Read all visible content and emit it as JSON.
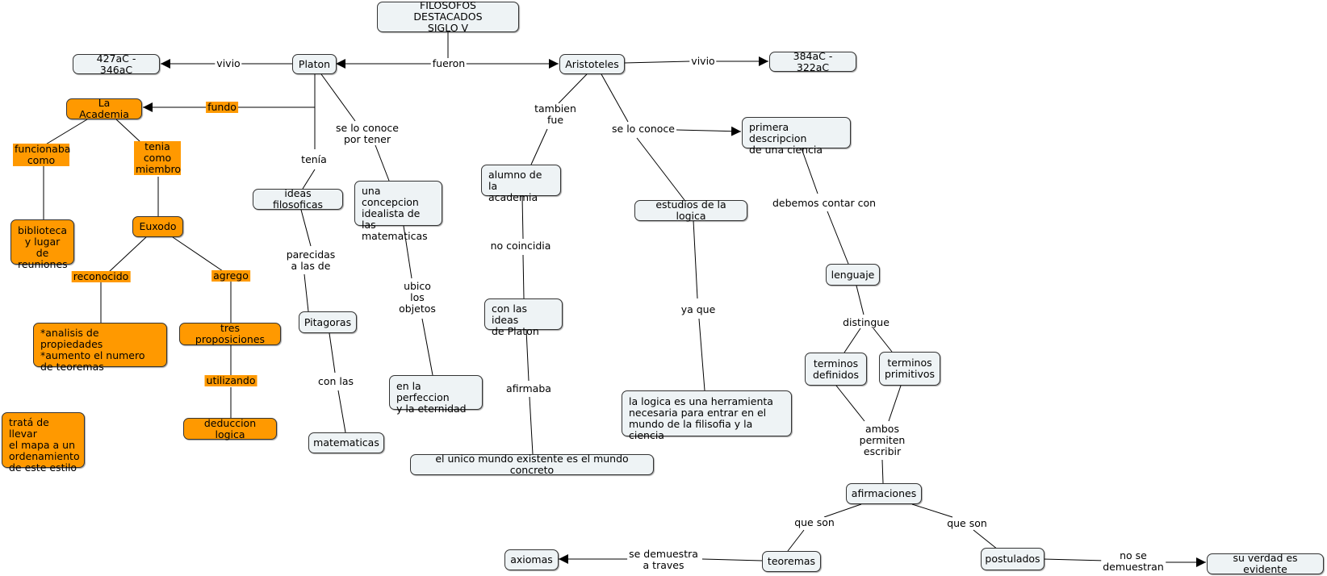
{
  "nodes": {
    "title": "FILOSOFOS DESTACADOS\nSIGLO V",
    "platon": "Platon",
    "aristoteles": "Aristoteles",
    "platon_dates": "427aC - 346aC",
    "aristoteles_dates": "384aC - 322aC",
    "academia": "La Academia",
    "biblioteca": "biblioteca\ny lugar de\nreuniones",
    "euxodo": "Euxodo",
    "analisis": "*analisis de propiedades\n*aumento el numero\nde teoremas",
    "tres_proposiciones": "tres proposiciones",
    "deduccion": "deduccion logica",
    "trata_note": "tratá de llevar\nel mapa a un\nordenamiento\nde este estilo",
    "ideas_filosoficas": "ideas filosoficas",
    "pitagoras": "Pitagoras",
    "matematicas": "matematicas",
    "concepcion": "una concepcion\nidealista de las\nmatematicas",
    "perfeccion": "en la perfeccion\ny la eternidad",
    "alumno": "alumno de la\nacademia",
    "ideas_platon": "con las ideas\nde Platon",
    "unico_mundo": "el unico mundo existente es el mundo concreto",
    "estudios_logica": "estudios de la logica",
    "logica_herramienta": "la logica es una herramienta\nnecesaria para entrar en el\nmundo de la filisofia y la ciencia",
    "primera_descripcion": "primera descripcion\nde una ciencia",
    "lenguaje": "lenguaje",
    "terminos_definidos": "terminos\ndefinidos",
    "terminos_primitivos": "terminos\nprimitivos",
    "afirmaciones": "afirmaciones",
    "teoremas": "teoremas",
    "postulados": "postulados",
    "axiomas": "axiomas",
    "evidente": "su verdad es evidente"
  },
  "links": {
    "fueron": "fueron",
    "vivio_platon": "vivio",
    "vivio_aristoteles": "vivio",
    "fundo": "fundo",
    "funcionaba": "funcionaba\ncomo",
    "tenia_miembro": "tenia\ncomo\nmiembro",
    "reconocido": "reconocido",
    "agrego": "agrego",
    "utilizando": "utilizando",
    "tenia": "tenía",
    "parecidas": "parecidas\na las de",
    "con_las": "con las",
    "se_lo_conoce_tener": "se lo conoce\npor tener",
    "ubico": "ubico\nlos\nobjetos",
    "tambien_fue": "tambien\nfue",
    "no_coincidia": "no coincidia",
    "afirmaba": "afirmaba",
    "se_lo_conoce": "se lo conoce",
    "ya_que": "ya que",
    "debemos_contar": "debemos contar con",
    "distingue": "distingue",
    "ambos_permiten": "ambos\npermiten\nescribir",
    "que_son_1": "que son",
    "que_son_2": "que son",
    "se_demuestra": "se demuestra\na traves",
    "no_se_demuestran": "no se\ndemuestran"
  },
  "colors": {
    "node_fill": "#eef3f5",
    "orange_fill": "#ff9900",
    "line": "#000000"
  }
}
